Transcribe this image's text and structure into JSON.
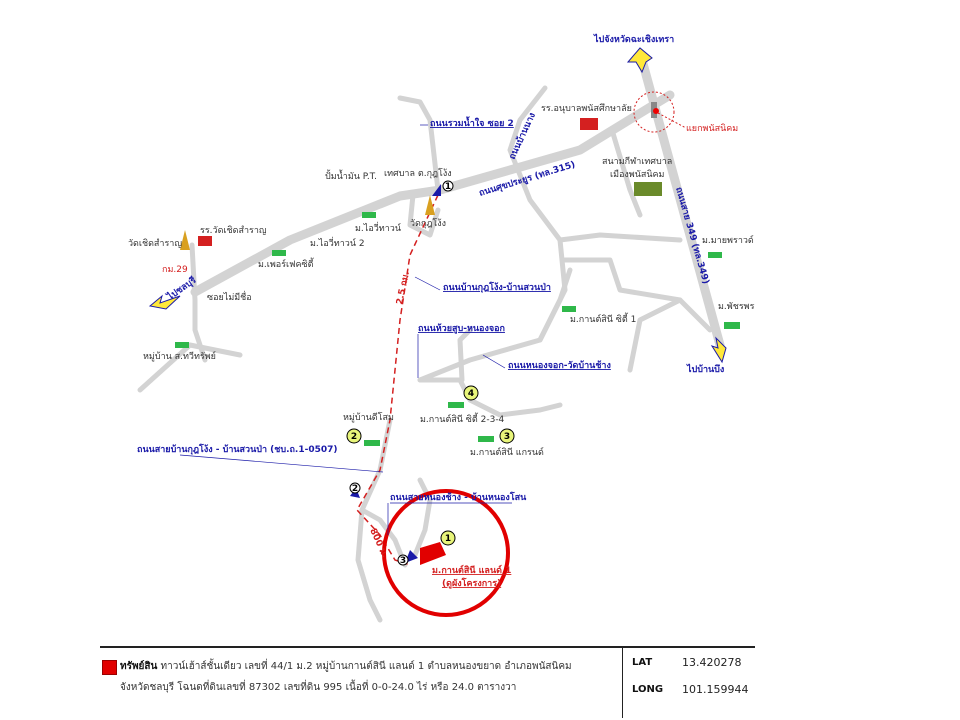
{
  "map": {
    "places": {
      "to_chachoengsao": "ไปจังหวัดฉะเชิงเทรา",
      "to_chonburi": "ไปชลบุรี",
      "to_ban_bueng": "ไปบ้านบึง",
      "intersection": "แยกพนัสนิคม",
      "kindergarten": "รร.อนุบาลพนัสศึกษาลัย",
      "stadium_1": "สนามกีฬาเทศบาล",
      "stadium_2": "เมืองพนัสนิคม",
      "gas_station": "ปั้มน้ำมัน P.T.",
      "municipality": "เทศบาล ต.กุฎโง้ง",
      "wat_kudngong": "วัดกุฎโง้ง",
      "ivory_town": "ม.ไอวี่ทาวน์",
      "ivory_town_2": "ม.ไอวี่ทาวน์ 2",
      "perfect_city": "ม.เพอร์เฟคซิตี้",
      "school_choet": "รร.วัดเชิดสำราญ",
      "wat_choet": "วัดเชิดสำราญ",
      "km29": "กม.29",
      "soi_no_name": "ซอยไม่มีชื่อ",
      "moo_sor": "หมู่บ้าน ส.ทวีทรัพย์",
      "my_praew": "ม.มายพราวด์",
      "patcharaporn": "ม.พัชรพร",
      "kansini_city_1": "ม.กานต์สินี ซิตี้ 1",
      "kansini_city_234": "ม.กานต์สินี ซิตี้ 2-3-4",
      "kansini_grand": "ม.กานต์สินี แกรนด์",
      "dee_som": "หมู่บ้านดีโสม",
      "target_name": "ม.กานต์สินี แลนด์ 1",
      "target_sub": "(ดูผังโครงการ)"
    },
    "roads": {
      "r315": "ถนนศุขประยูร (ทล.315)",
      "r349": "ถนนสาย 349 (ทล.349)",
      "ban_nang": "ถนนบ้านนาง",
      "ruamnamjai": "ถนนรวมน้ำใจ ซอย 2",
      "kudngong_suanpa": "ถนนบ้านกุฎโง้ง-บ้านสวนป่า",
      "huaisub": "ถนนห้วยสูบ-หนองจอก",
      "nongjok_watbanchang": "ถนนหนองจอก-วัดบ้านช้าง",
      "sai_kudngong": "ถนนสายบ้านกุฎโง้ง - บ้านสวนป่า (ชบ.ถ.1-0507)",
      "nongchang_nongsom": "ถนนสายหนองช้าง - บ้านหนองโสน"
    },
    "distances": {
      "d1": "2.5 กม.",
      "d2": "800 ม."
    },
    "markers": [
      "1",
      "2",
      "3",
      "4"
    ],
    "colors": {
      "road": "#d3d3d3",
      "route": "#d42020",
      "road_label": "#1a1aa8",
      "target": "#e10000"
    }
  },
  "legend": {
    "title": "ทรัพย์สิน",
    "line1": "ทาวน์เฮ้าส์ชั้นเดียว เลขที่ 44/1 ม.2 หมู่บ้านกานต์สินี แลนด์ 1 ตำบลหนองขยาด อำเภอพนัสนิคม",
    "line2": "จังหวัดชลบุรี  โฉนดที่ดินเลขที่ 87302 เลขที่ดิน 995 เนื้อที่ 0-0-24.0 ไร่ หรือ 24.0 ตารางวา",
    "lat_label": "LAT",
    "lat": "13.420278",
    "long_label": "LONG",
    "long": "101.159944"
  }
}
